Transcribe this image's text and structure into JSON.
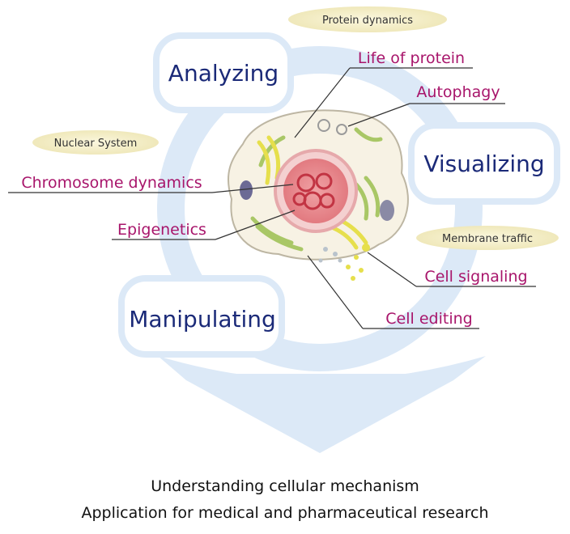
{
  "boxes": {
    "analyzing": "Analyzing",
    "visualizing": "Visualizing",
    "manipulating": "Manipulating"
  },
  "categories": {
    "protein": "Protein dynamics",
    "nuclear": "Nuclear System",
    "membrane": "Membrane traffic"
  },
  "terms": {
    "life_of_protein": "Life of protein",
    "autophagy": "Autophagy",
    "chromosome_dynamics": "Chromosome dynamics",
    "epigenetics": "Epigenetics",
    "cell_signaling": "Cell signaling",
    "cell_editing": "Cell editing"
  },
  "footer": {
    "line1": "Understanding cellular mechanism",
    "line2": "Application for medical and pharmaceutical research"
  },
  "colors": {
    "cycle": "#dce9f7",
    "box_text": "#1b2a78",
    "term_text": "#a8156b",
    "pill_fill": "#f6f1cf",
    "nucleus": "#d9434f",
    "cytoplasm": "#f7f2e4"
  }
}
